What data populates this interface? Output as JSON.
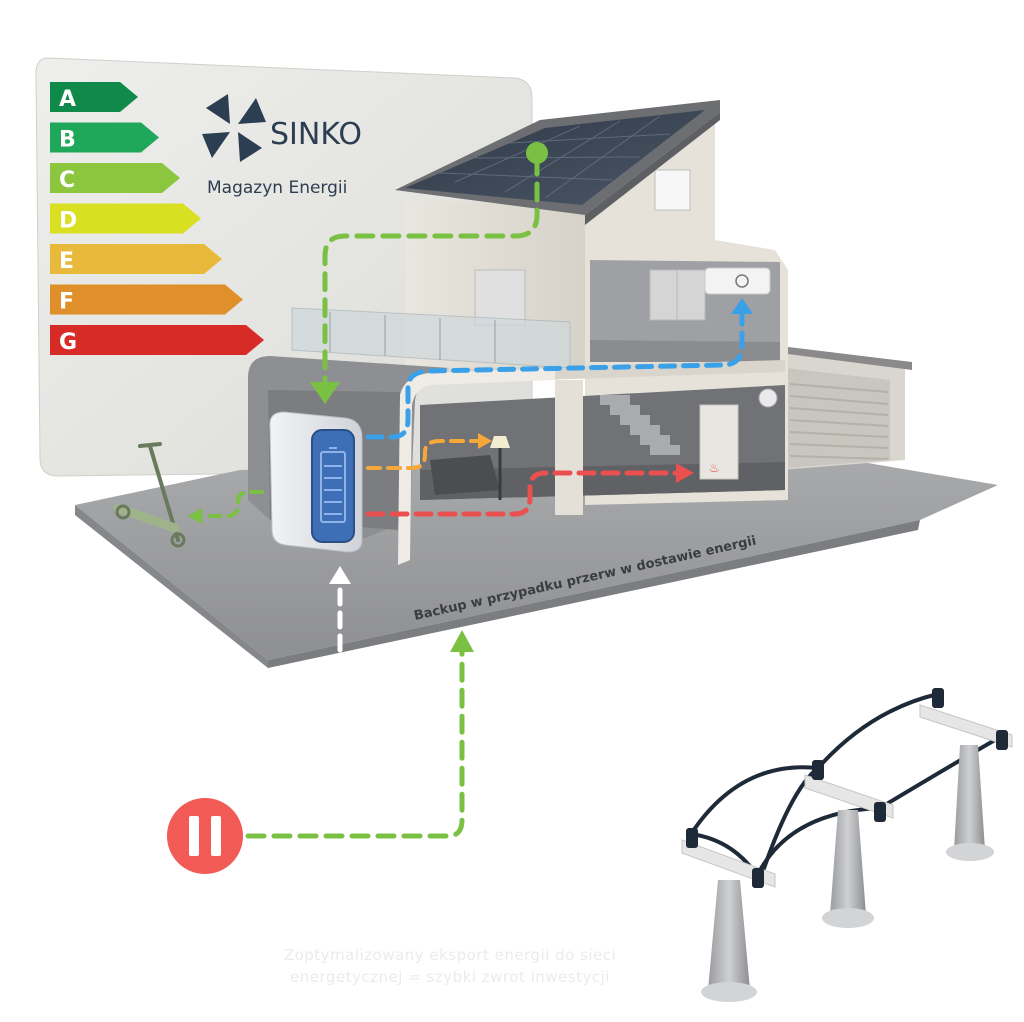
{
  "energy_label": {
    "classes": [
      {
        "letter": "A",
        "color": "#0f8a4a"
      },
      {
        "letter": "B",
        "color": "#1fa85a"
      },
      {
        "letter": "C",
        "color": "#8cc63f"
      },
      {
        "letter": "D",
        "color": "#d9e021"
      },
      {
        "letter": "E",
        "color": "#e8b93a"
      },
      {
        "letter": "F",
        "color": "#e0902a"
      },
      {
        "letter": "G",
        "color": "#d62b27"
      }
    ]
  },
  "brand": {
    "name": "SINKO",
    "subtitle": "Magazyn Energii",
    "logo_icon": "pinwheel-logo-icon"
  },
  "backup_text": "Backup w przypadku przerw w dostawie energii",
  "caption": {
    "line1": "Zoptymalizowany eksport energii do sieci",
    "line2": "energetycznej = szybki zwrot inwestycji"
  },
  "flow_colors": {
    "solar": "#7ac143",
    "heating": "#e9504f",
    "lighting": "#f5a83a",
    "ac": "#3aa0e8",
    "grid": "#7ac143",
    "backup": "#ffffff"
  },
  "pause_icon": "pause-icon"
}
